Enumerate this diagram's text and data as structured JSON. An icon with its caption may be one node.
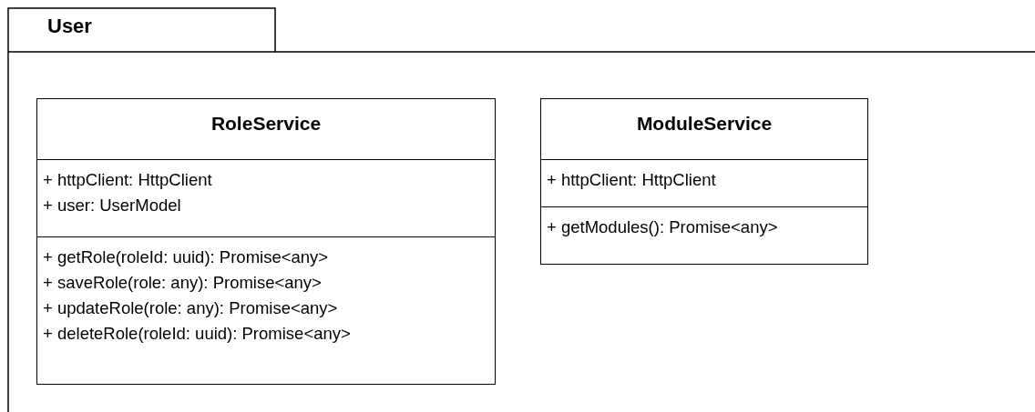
{
  "diagram": {
    "nodes": [
      {
        "text": [
          "User"
        ]
      },
      {
        "text": [
          "RoleService",
          "+ httpClient: HttpClient",
          "+ user: UserModel",
          "+ getRole(roleId: uuid): Promise<any>",
          "+ saveRole(role: any): Promise<any>",
          "+ updateRole(role: any): Promise<any>",
          "+ deleteRole(roleId: uuid): Promise<any>"
        ],
        "in": 0
      },
      {
        "text": [
          "ModuleService",
          "+ httpClient: HttpClient",
          "+ getModules(): Promise<any>"
        ],
        "in": 0
      }
    ]
  }
}
